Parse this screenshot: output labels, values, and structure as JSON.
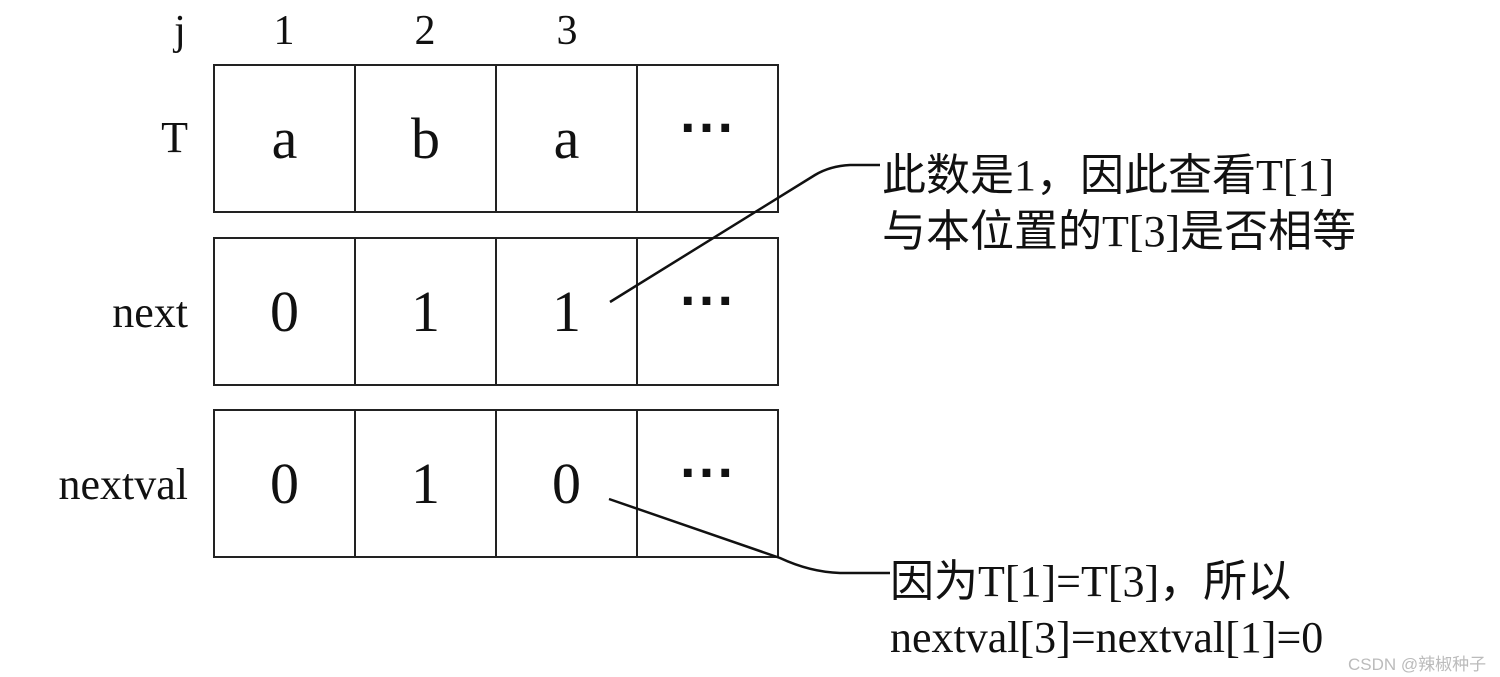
{
  "header": {
    "index_label": "j",
    "indices": [
      "1",
      "2",
      "3"
    ]
  },
  "rows": [
    {
      "label": "T",
      "cells": [
        "a",
        "b",
        "a",
        "···"
      ]
    },
    {
      "label": "next",
      "cells": [
        "0",
        "1",
        "1",
        "···"
      ]
    },
    {
      "label": "nextval",
      "cells": [
        "0",
        "1",
        "0",
        "···"
      ]
    }
  ],
  "annotations": {
    "next_note": {
      "line1": "此数是1，因此查看T[1]",
      "line2": "与本位置的T[3]是否相等"
    },
    "nextval_note": {
      "line1": "因为T[1]=T[3]，所以",
      "line2": "nextval[3]=nextval[1]=0"
    }
  },
  "watermark": "CSDN @辣椒种子"
}
